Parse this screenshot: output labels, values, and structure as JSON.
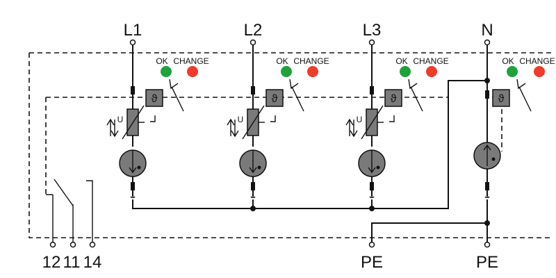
{
  "terminals": {
    "top": [
      "L1",
      "L2",
      "L3",
      "N"
    ],
    "bottom_relay": [
      "12",
      "11",
      "14"
    ],
    "bottom_pe": [
      "PE",
      "PE"
    ]
  },
  "indicators": {
    "ok_label": "OK",
    "change_label": "CHANGE",
    "ok_color": "#1fa23c",
    "change_color": "#f03a2a"
  },
  "thermal_symbol": "ϑ",
  "varistor_label": "U",
  "colors": {
    "component_fill": "#7a7a7a",
    "line": "#111111"
  }
}
